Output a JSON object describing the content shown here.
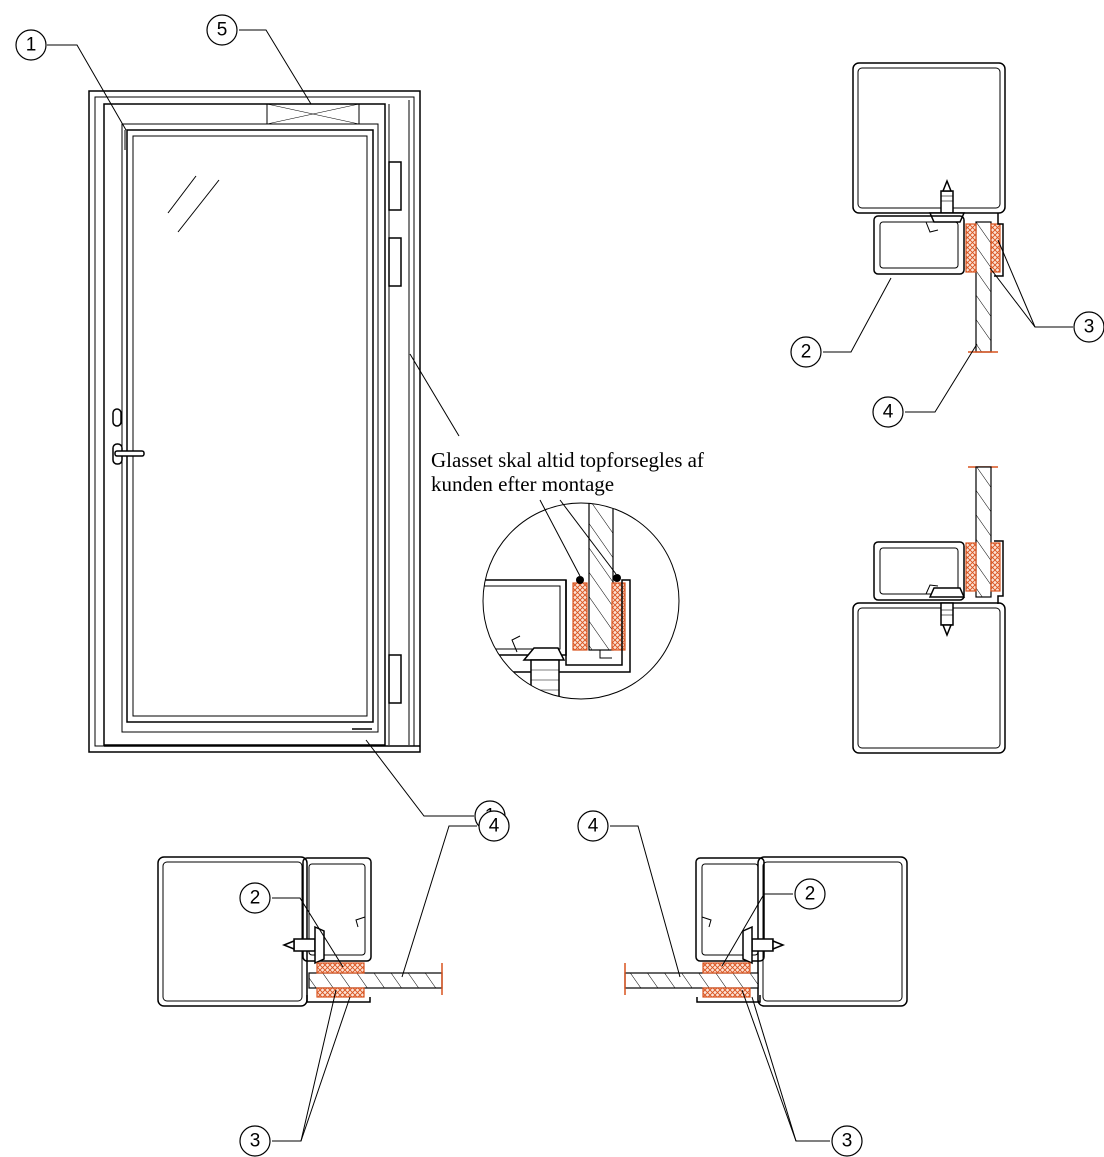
{
  "note": {
    "line1": "Glasset skal altid topforsegles af",
    "line2": "kunden efter montage"
  },
  "callouts": {
    "c1_top": "1",
    "c5_top": "5",
    "c1_bottom": "1",
    "c2_right": "2",
    "c3_right": "3",
    "c4_right": "4",
    "c2_bl": "2",
    "c4_bl": "4",
    "c3_bl": "3",
    "c2_br": "2",
    "c4_br": "4",
    "c3_br": "3"
  },
  "colors": {
    "seal": "#d9531e",
    "line": "#000000"
  }
}
